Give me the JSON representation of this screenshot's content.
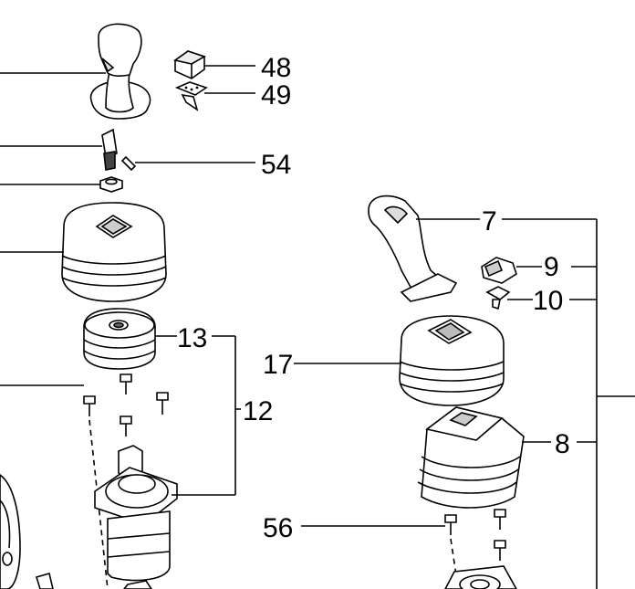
{
  "diagram": {
    "callouts": {
      "p48": "48",
      "p49": "49",
      "p54": "54",
      "p7": "7",
      "p9": "9",
      "p10": "10",
      "p13": "13",
      "p17": "17",
      "p12": "12",
      "p8": "8",
      "p56": "56"
    }
  }
}
